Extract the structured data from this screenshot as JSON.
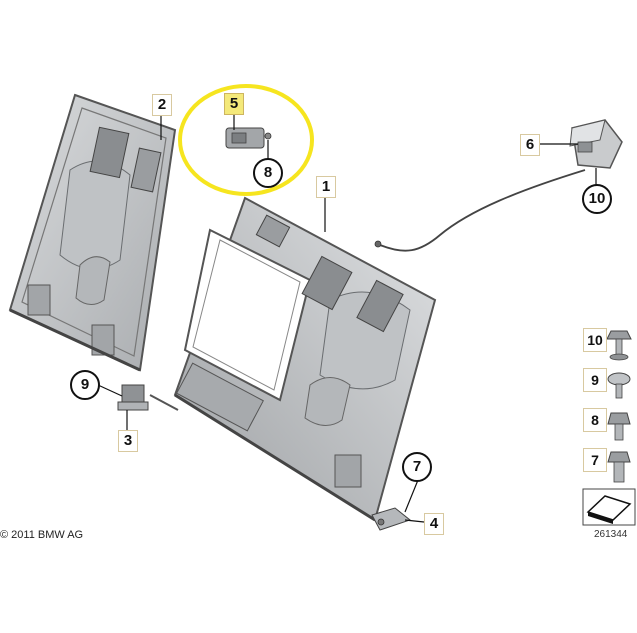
{
  "callouts": {
    "p1": "1",
    "p2": "2",
    "p3": "3",
    "p4": "4",
    "p5": "5",
    "p6": "6",
    "p7": "7",
    "p8": "8",
    "p9": "9",
    "p10": "10"
  },
  "legend": {
    "items": [
      "10",
      "9",
      "8",
      "7"
    ]
  },
  "footer": {
    "copyright": "© 2011 BMW AG",
    "diagram_number": "261344"
  },
  "colors": {
    "highlight_ring": "#f6e51f",
    "highlight_box": "#f4e97a",
    "line": "#111111",
    "part_fill": "#c9cbcd",
    "part_dark": "#8a8d90"
  }
}
